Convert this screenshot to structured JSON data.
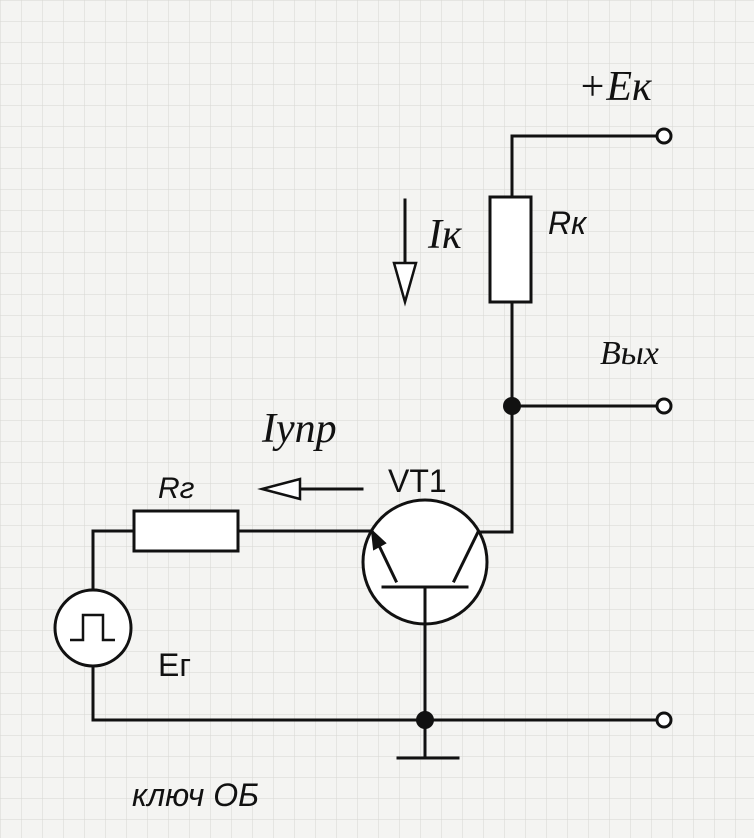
{
  "labels": {
    "supply": "+Eк",
    "collector_current": "Iк",
    "collector_resistor": "Rк",
    "output": "Вых",
    "control_current": "Iупр",
    "generator_resistor": "Rг",
    "transistor": "VT1",
    "generator": "Eг",
    "caption": "ключ ОБ"
  },
  "colors": {
    "background": "#f4f4f2",
    "grid": "#d6d6d2",
    "ink": "#111111"
  }
}
